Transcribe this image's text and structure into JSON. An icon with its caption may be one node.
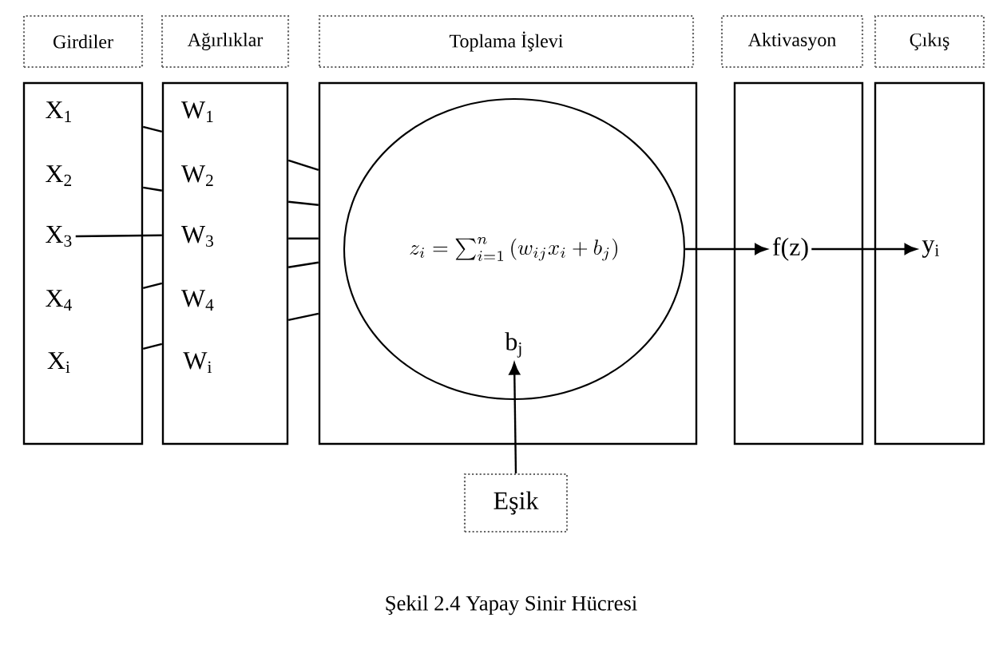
{
  "diagram": {
    "caption": "Şekil 2.4 Yapay Sinir Hücresi",
    "nodes": [
      {
        "text": [
          "Girdiler"
        ]
      },
      {
        "text": [
          "Ağırlıklar"
        ]
      },
      {
        "text": [
          "Toplama İşlevi"
        ]
      },
      {
        "text": [
          "Aktivasyon"
        ]
      },
      {
        "text": [
          "Çıkış"
        ]
      },
      {
        "text": [],
        "shape": "box"
      },
      {
        "text": [
          "X$_{1}$"
        ],
        "in": 5
      },
      {
        "text": [
          "X$_{2}$"
        ],
        "in": 5
      },
      {
        "text": [
          "X$_{3}$"
        ],
        "in": 5
      },
      {
        "text": [
          "X$_{4}$"
        ],
        "in": 5
      },
      {
        "text": [
          "X$_{i}$"
        ],
        "in": 5
      },
      {
        "text": [],
        "shape": "box"
      },
      {
        "text": [
          "W$_{1}$"
        ],
        "in": 11
      },
      {
        "text": [
          "W$_{2}$"
        ],
        "in": 11
      },
      {
        "text": [
          "W$_{3}$"
        ],
        "in": 11
      },
      {
        "text": [
          "W$_{4}$"
        ],
        "in": 11
      },
      {
        "text": [
          "W$_{i}$"
        ],
        "in": 11
      },
      {
        "text": [],
        "shape": "box"
      },
      {
        "text": [
          "z_i=\\sum_{i=1}^{n}\\left(w_{ij}x_i+b_j\\right)"
        ],
        "in": 17
      },
      {
        "text": [
          "b$_{j}$"
        ],
        "in": 18
      },
      {
        "text": [],
        "shape": "box"
      },
      {
        "text": [
          "f(z)"
        ],
        "in": 20
      },
      {
        "text": [],
        "shape": "box"
      },
      {
        "text": [
          "y$_{i}$"
        ],
        "in": 22
      },
      {
        "text": [
          "Eşik"
        ]
      }
    ],
    "edges": [
      {
        "from": 5,
        "to": 11,
        "arrow": "none"
      },
      {
        "from": 5,
        "to": 11,
        "arrow": "none"
      },
      {
        "from": 8,
        "to": 11,
        "arrow": "none"
      },
      {
        "from": 5,
        "to": 11,
        "arrow": "none"
      },
      {
        "from": 5,
        "to": 11,
        "arrow": "none"
      },
      {
        "from": 11,
        "to": 17,
        "arrow": "none"
      },
      {
        "from": 11,
        "to": 17,
        "arrow": "none"
      },
      {
        "from": 11,
        "to": 17,
        "arrow": "none"
      },
      {
        "from": 11,
        "to": 17,
        "arrow": "none"
      },
      {
        "from": 11,
        "to": 17,
        "arrow": "none"
      },
      {
        "from": 18,
        "to": 21,
        "arrow": "to"
      },
      {
        "from": 21,
        "to": 23,
        "arrow": "to"
      },
      {
        "from": 24,
        "to": 19,
        "arrow": "to"
      }
    ]
  }
}
